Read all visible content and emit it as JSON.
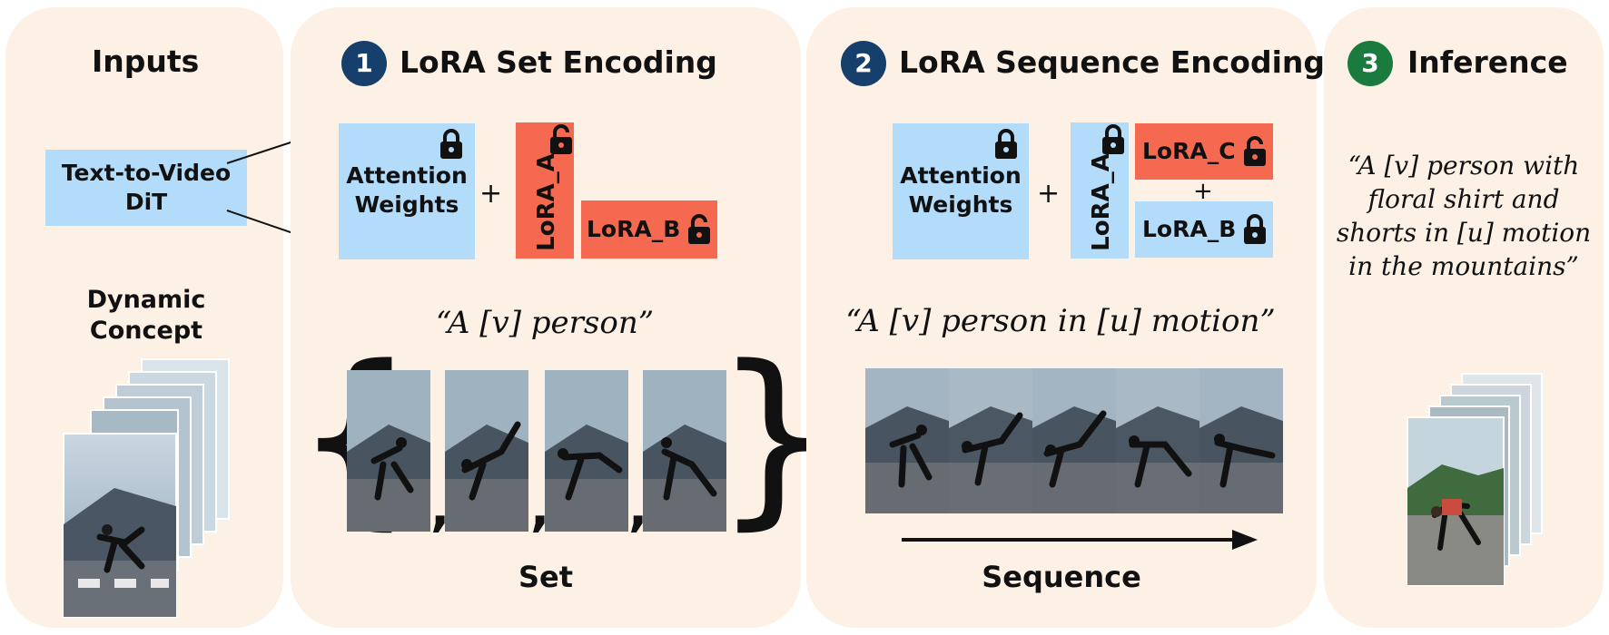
{
  "panels": {
    "inputs": {
      "title": "Inputs",
      "model_label": "Text-to-Video\nDiT",
      "concept_label": "Dynamic\nConcept"
    },
    "set_encoding": {
      "step_number": "1",
      "title": "LoRA Set Encoding",
      "attention_label": "Attention\nWeights",
      "plus": "+",
      "lora_a": "LoRA_A",
      "lora_b": "LoRA_B",
      "caption": "“A [v] person”",
      "commas": [
        ",",
        ",",
        ","
      ],
      "footer": "Set"
    },
    "sequence_encoding": {
      "step_number": "2",
      "title": "LoRA Sequence Encoding",
      "attention_label": "Attention\nWeights",
      "plus": "+",
      "lora_a": "LoRA_A",
      "lora_c": "LoRA_C",
      "inner_plus": "+",
      "lora_b": "LoRA_B",
      "caption": "“A [v] person in [u] motion”",
      "footer": "Sequence"
    },
    "inference": {
      "step_number": "3",
      "title": "Inference",
      "prompt": "“A [v] person with\nfloral shirt and\nshorts in [u] motion\nin the mountains”"
    }
  },
  "colors": {
    "panel_bg": "#fdf1e6",
    "frozen_blue": "#b3dcfa",
    "trainable_red": "#f4694f",
    "step_blue": "#163f6b",
    "step_green": "#1b7a3e"
  },
  "icons": {
    "locked": "lock-icon",
    "unlocked": "unlock-icon"
  }
}
